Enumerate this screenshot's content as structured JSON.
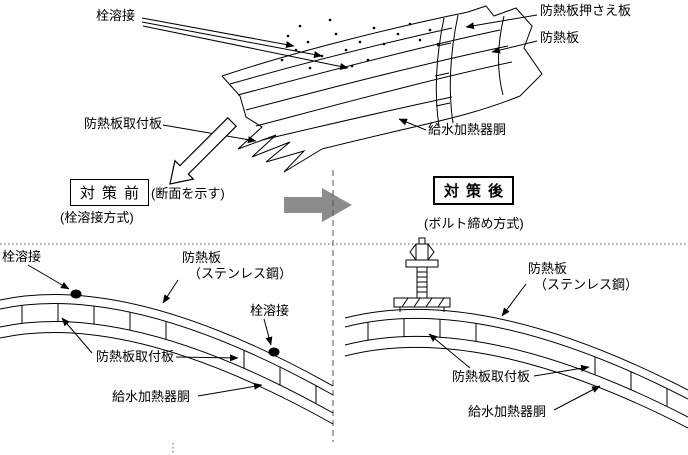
{
  "colors": {
    "ink": "#000000",
    "gray_arrow": "#8c8c8c",
    "bg": "#ffffff"
  },
  "top": {
    "plug_weld": "栓溶接",
    "holder_plate": "防熱板押さえ板",
    "shield_plate": "防熱板",
    "mount_plate": "防熱板取付板",
    "shell": "給水加熱器胴"
  },
  "middle": {
    "before": "対策前",
    "section_note": "(断面を示す)",
    "before_method": "(栓溶接方式)",
    "after": "対策後",
    "after_method": "(ボルト締め方式)"
  },
  "left_section": {
    "plug_weld_upper": "栓溶接",
    "shield_plate": "防熱板",
    "shield_material": "（ステンレス鋼）",
    "plug_weld_lower": "栓溶接",
    "mount_plate": "防熱板取付板",
    "shell": "給水加熱器胴"
  },
  "right_section": {
    "shield_plate": "防熱板",
    "shield_material": "（ステンレス鋼）",
    "mount_plate": "防熱板取付板",
    "shell": "給水加熱器胴"
  }
}
